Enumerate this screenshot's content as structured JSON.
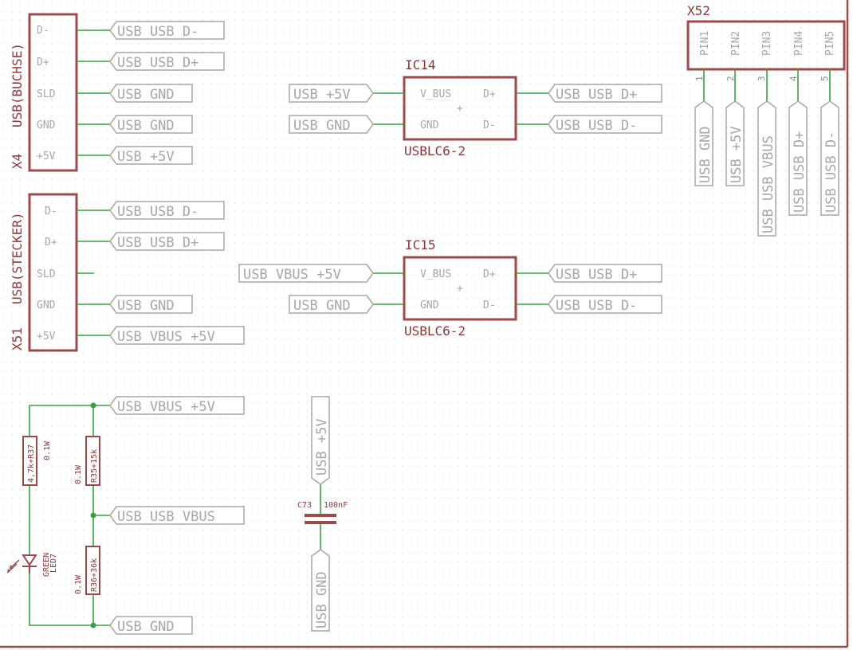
{
  "connectors": {
    "x4": {
      "name": "X4",
      "value": "USB(BUCHSE)",
      "pins": [
        "D-",
        "D+",
        "SLD",
        "GND",
        "+5V"
      ],
      "nets": [
        "USB_USB_D-",
        "USB_USB_D+",
        "USB_GND",
        "USB_GND",
        "USB_+5V"
      ]
    },
    "x51": {
      "name": "X51",
      "value": "USB(STECKER)",
      "pins": [
        "D-",
        "D+",
        "SLD",
        "GND",
        "+5V"
      ],
      "nets": [
        "USB_USB_D-",
        "USB_USB_D+",
        "",
        "USB_GND",
        "USB_VBUS_+5V"
      ]
    },
    "x52": {
      "name": "X52",
      "pins": [
        "PIN1",
        "PIN2",
        "PIN3",
        "PIN4",
        "PIN5"
      ],
      "numbers": [
        "1",
        "2",
        "3",
        "4",
        "5"
      ],
      "nets": [
        "USB_GND",
        "USB_+5V",
        "USB_USB_VBUS",
        "USB_USB_D+",
        "USB_USB_D-"
      ]
    }
  },
  "ics": {
    "ic14": {
      "name": "IC14",
      "value": "USBLC6-2",
      "pins_left": [
        "V_BUS",
        "GND"
      ],
      "pins_right": [
        "D+",
        "D-"
      ],
      "nets_left": [
        "USB_+5V",
        "USB_GND"
      ],
      "nets_right": [
        "USB_USB_D+",
        "USB_USB_D-"
      ]
    },
    "ic15": {
      "name": "IC15",
      "value": "USBLC6-2",
      "pins_left": [
        "V_BUS",
        "GND"
      ],
      "pins_right": [
        "D+",
        "D-"
      ],
      "nets_left": [
        "USB_VBUS_+5V",
        "USB_GND"
      ],
      "nets_right": [
        "USB_USB_D+",
        "USB_USB_D-"
      ]
    }
  },
  "passives": {
    "r37": {
      "name": "R37",
      "value": "4,7k",
      "power": "0.1W"
    },
    "r35": {
      "name": "R35",
      "value": "15k",
      "power": "0.1W"
    },
    "r36": {
      "name": "R36",
      "value": "36k",
      "power": "0.1W"
    },
    "led7": {
      "name": "LED7",
      "value": "GREEN"
    },
    "c73": {
      "name": "C73",
      "value": "100nF"
    }
  },
  "divider_nets": {
    "top": "USB_VBUS_+5V",
    "mid": "USB_USB_VBUS",
    "bottom": "USB_GND"
  },
  "cap_nets": {
    "top": "USB_+5V",
    "bottom": "USB_GND"
  },
  "colors": {
    "part_body": "#9c4a4a",
    "wire": "#3aa040",
    "net_label": "#a7a7a7",
    "grid_dot": "#c9c9c9",
    "background": "#ffffff"
  }
}
